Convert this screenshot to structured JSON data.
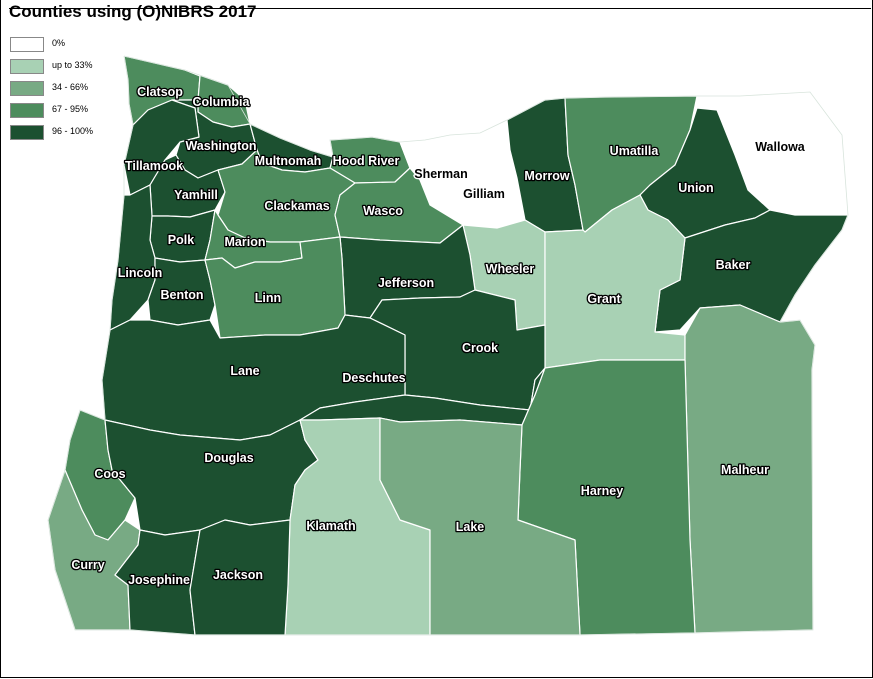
{
  "title": "Counties using (O)NIBRS 2017",
  "colors": {
    "c0": "#ffffff",
    "c1": "#a8d1b4",
    "c2": "#78aa84",
    "c3": "#4d8c5d",
    "c4": "#1c5030",
    "border": "#ffffff"
  },
  "legend": [
    {
      "label": "0%",
      "class": "c0"
    },
    {
      "label": "up to 33%",
      "class": "c1"
    },
    {
      "label": "34 - 66%",
      "class": "c2"
    },
    {
      "label": "67 - 95%",
      "class": "c3"
    },
    {
      "label": "96 - 100%",
      "class": "c4"
    }
  ],
  "counties": [
    {
      "name": "Clatsop",
      "class": "c3"
    },
    {
      "name": "Columbia",
      "class": "c3"
    },
    {
      "name": "Washington",
      "class": "c4"
    },
    {
      "name": "Tillamook",
      "class": "c4"
    },
    {
      "name": "Multnomah",
      "class": "c4"
    },
    {
      "name": "Hood River",
      "class": "c3"
    },
    {
      "name": "Sherman",
      "class": "c0"
    },
    {
      "name": "Gilliam",
      "class": "c0"
    },
    {
      "name": "Morrow",
      "class": "c4"
    },
    {
      "name": "Umatilla",
      "class": "c3"
    },
    {
      "name": "Wallowa",
      "class": "c0"
    },
    {
      "name": "Union",
      "class": "c4"
    },
    {
      "name": "Yamhill",
      "class": "c4"
    },
    {
      "name": "Clackamas",
      "class": "c3"
    },
    {
      "name": "Wasco",
      "class": "c3"
    },
    {
      "name": "Polk",
      "class": "c4"
    },
    {
      "name": "Marion",
      "class": "c3"
    },
    {
      "name": "Wheeler",
      "class": "c1"
    },
    {
      "name": "Baker",
      "class": "c4"
    },
    {
      "name": "Lincoln",
      "class": "c4"
    },
    {
      "name": "Jefferson",
      "class": "c4"
    },
    {
      "name": "Grant",
      "class": "c1"
    },
    {
      "name": "Benton",
      "class": "c4"
    },
    {
      "name": "Linn",
      "class": "c3"
    },
    {
      "name": "Crook",
      "class": "c4"
    },
    {
      "name": "Lane",
      "class": "c4"
    },
    {
      "name": "Deschutes",
      "class": "c4"
    },
    {
      "name": "Malheur",
      "class": "c2"
    },
    {
      "name": "Coos",
      "class": "c3"
    },
    {
      "name": "Douglas",
      "class": "c4"
    },
    {
      "name": "Harney",
      "class": "c3"
    },
    {
      "name": "Klamath",
      "class": "c1"
    },
    {
      "name": "Lake",
      "class": "c2"
    },
    {
      "name": "Curry",
      "class": "c2"
    },
    {
      "name": "Josephine",
      "class": "c4"
    },
    {
      "name": "Jackson",
      "class": "c4"
    }
  ]
}
